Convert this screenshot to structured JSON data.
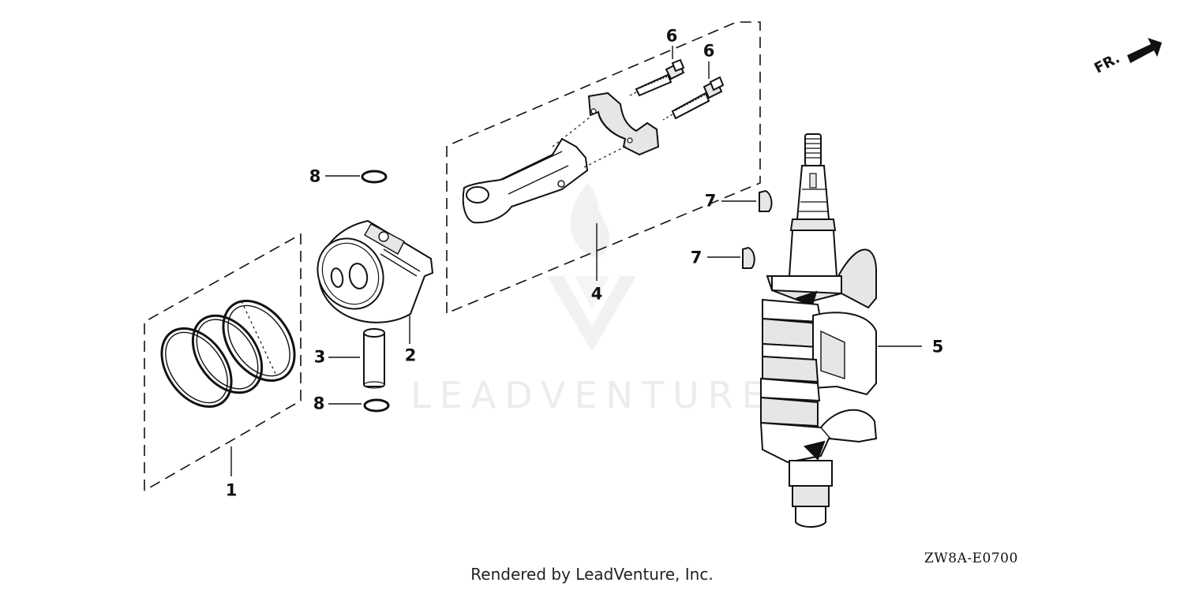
{
  "diagram": {
    "diagram_code": "ZW8A-E0700",
    "footer_text": "Rendered by LeadVenture, Inc.",
    "watermark_text": "LEADVENTURE",
    "direction_label": "FR.",
    "callouts": [
      "1",
      "2",
      "3",
      "4",
      "5",
      "6",
      "6",
      "7",
      "7",
      "8",
      "8"
    ]
  },
  "colors": {
    "line": "#111111",
    "part_fill": "#ffffff",
    "part_shade": "#e6e6e6",
    "watermark": "#ececec"
  },
  "icons": {
    "direction_arrow": "front-arrow-icon",
    "brand_mark": "leadventure-logo-icon"
  }
}
